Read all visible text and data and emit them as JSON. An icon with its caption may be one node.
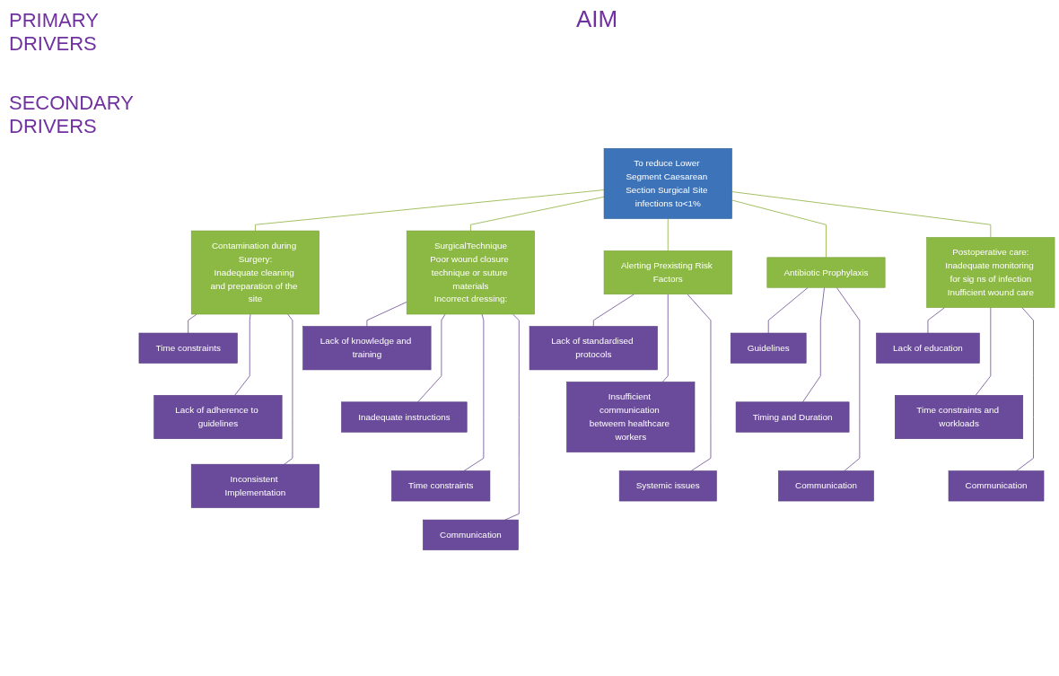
{
  "diagram": {
    "nodes": [
      {
        "text": [
          "To reduce Lower Segment Caesarean Section Surgical Site infections to<1%"
        ]
      },
      {
        "text": [
          "Contamination during Surgery:",
          "Inadequate cleaning and preparation of the site"
        ]
      },
      {
        "text": [
          "SurgicalTechnique",
          "Poor wound closure technique or suture materials",
          "Incorrect dressing:"
        ]
      },
      {
        "text": [
          "Alerting Prexisting Risk Factors"
        ]
      },
      {
        "text": [
          "Antibiotic Prophylaxis"
        ]
      },
      {
        "text": [
          "Postoperative care:",
          "Inadequate monitoring for sig ns of infection",
          "Inufficient wound care"
        ]
      },
      {
        "text": [
          "Time constraints"
        ]
      },
      {
        "text": [
          "Lack of adherence to guidelines"
        ]
      },
      {
        "text": [
          "Inconsistent Implementation"
        ]
      },
      {
        "text": [
          "Lack of knowledge and training"
        ]
      },
      {
        "text": [
          "Inadequate instructions"
        ]
      },
      {
        "text": [
          "Time constraints"
        ]
      },
      {
        "text": [
          "Communication"
        ]
      },
      {
        "text": [
          "Lack of standardised protocols"
        ]
      },
      {
        "text": [
          "Insufficient communication betweem healthcare workers"
        ]
      },
      {
        "text": [
          "Systemic issues"
        ]
      },
      {
        "text": [
          "Guidelines"
        ]
      },
      {
        "text": [
          "Timing and Duration"
        ]
      },
      {
        "text": [
          "Communication"
        ]
      },
      {
        "text": [
          "Lack of education"
        ]
      },
      {
        "text": [
          "Time constraints and workloads"
        ]
      },
      {
        "text": [
          "Communication"
        ]
      }
    ],
    "edges": [
      {
        "from": 0,
        "to": 1,
        "arrow": "none",
        "color": "#9bbb59"
      },
      {
        "from": 0,
        "to": 2,
        "arrow": "none",
        "color": "#9bbb59"
      },
      {
        "from": 0,
        "to": 3,
        "arrow": "none",
        "color": "#9bbb59"
      },
      {
        "from": 0,
        "to": 4,
        "arrow": "none",
        "color": "#9bbb59"
      },
      {
        "from": 0,
        "to": 5,
        "arrow": "none",
        "color": "#9bbb59"
      },
      {
        "from": 1,
        "to": 6,
        "arrow": "none"
      },
      {
        "from": 1,
        "to": 7,
        "arrow": "none"
      },
      {
        "from": 1,
        "to": 8,
        "arrow": "none"
      },
      {
        "from": 2,
        "to": 9,
        "arrow": "none"
      },
      {
        "from": 2,
        "to": 10,
        "arrow": "none"
      },
      {
        "from": 2,
        "to": 11,
        "arrow": "none"
      },
      {
        "from": 2,
        "to": 12,
        "arrow": "none"
      },
      {
        "from": 3,
        "to": 13,
        "arrow": "none"
      },
      {
        "from": 3,
        "to": 14,
        "arrow": "none"
      },
      {
        "from": 3,
        "to": 15,
        "arrow": "none"
      },
      {
        "from": 4,
        "to": 16,
        "arrow": "none"
      },
      {
        "from": 4,
        "to": 17,
        "arrow": "none"
      },
      {
        "from": 4,
        "to": 18,
        "arrow": "none"
      },
      {
        "from": 5,
        "to": 19,
        "arrow": "none"
      },
      {
        "from": 5,
        "to": 20,
        "arrow": "none"
      },
      {
        "from": 5,
        "to": 21,
        "arrow": "none"
      }
    ],
    "labels": [
      "AIM",
      "PRIMARY DRIVERS",
      "SECONDARY DRIVERS"
    ]
  }
}
